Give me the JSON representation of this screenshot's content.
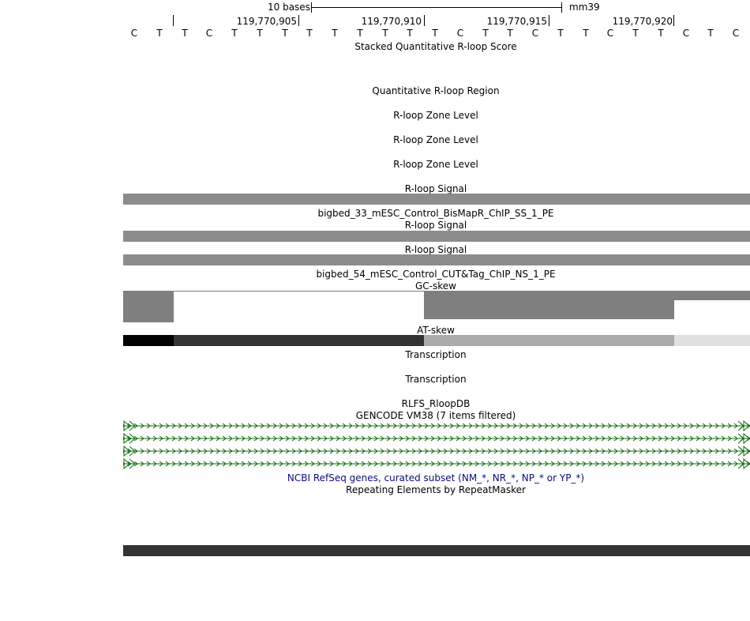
{
  "ruler": {
    "scale_label": "10 bases",
    "assembly": "mm39",
    "coords": [
      "119,770,905",
      "119,770,910",
      "119,770,915",
      "119,770,920"
    ],
    "bases": [
      "C",
      "T",
      "T",
      "C",
      "T",
      "T",
      "T",
      "T",
      "T",
      "T",
      "T",
      "T",
      "T",
      "C",
      "T",
      "T",
      "C",
      "T",
      "T",
      "C",
      "T",
      "T",
      "C"
    ]
  },
  "tracks": {
    "stacked": "Stacked Quantitative R-loop Score",
    "region": "Quantitative R-loop Region",
    "zone1": "R-loop Zone Level",
    "zone2": "R-loop Zone Level",
    "zone3": "R-loop Zone Level",
    "signal1": "R-loop Signal",
    "bigbed33": "bigbed_33_mESC_Control_BisMapR_ChIP_SS_1_PE",
    "signal2": "R-loop Signal",
    "signal3": "R-loop Signal",
    "bigbed54": "bigbed_54_mESC_Control_CUT&Tag_ChIP_NS_1_PE",
    "gcskew": "GC-skew",
    "atskew": "AT-skew",
    "transcription1": "Transcription",
    "transcription2": "Transcription",
    "rlfs": "RLFS_RloopDB",
    "gencode": "GENCODE VM38 (7 items filtered)",
    "refseq": "NCBI RefSeq genes, curated subset (NM_*, NR_*, NP_* or YP_*)",
    "repeatmasker": "Repeating Elements by RepeatMasker"
  },
  "colors": {
    "signal": "#8c8c8c",
    "gc_skew": "#7f7f7f",
    "gencode": "#0c6b0c",
    "refseq": "#0c0c78",
    "repeat": "#333333",
    "at_skew": [
      "#000000",
      "#333333",
      "#aaaaaa",
      "#e0e0e0"
    ]
  }
}
